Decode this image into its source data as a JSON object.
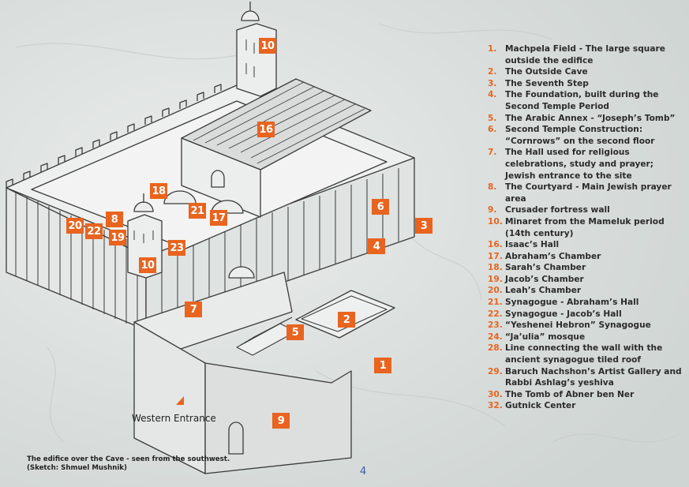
{
  "diagram": {
    "markers": [
      {
        "label": "10"
      },
      {
        "label": "16"
      },
      {
        "label": "18"
      },
      {
        "label": "21"
      },
      {
        "label": "17"
      },
      {
        "label": "6"
      },
      {
        "label": "3"
      },
      {
        "label": "20"
      },
      {
        "label": "22"
      },
      {
        "label": "8"
      },
      {
        "label": "19"
      },
      {
        "label": "4"
      },
      {
        "label": "23"
      },
      {
        "label": "10"
      },
      {
        "label": "7"
      },
      {
        "label": "2"
      },
      {
        "label": "5"
      },
      {
        "label": "1"
      },
      {
        "label": "9"
      }
    ],
    "western_entrance_label": "Western Entrance",
    "caption_line1": "The edifice over the Cave - seen from the southwest.",
    "caption_line2": "(Sketch: Shmuel Mushnik)",
    "page_number": "4",
    "accent_color": "#e8641f"
  },
  "legend": [
    {
      "num": "1.",
      "text": "Machpela Field - The large square outside the edifice"
    },
    {
      "num": "2.",
      "text": "The Outside Cave"
    },
    {
      "num": "3.",
      "text": "The Seventh Step"
    },
    {
      "num": "4.",
      "text": "The Foundation, built during the Second Temple Period"
    },
    {
      "num": "5.",
      "text": "The Arabic Annex - “Joseph’s Tomb”"
    },
    {
      "num": "6.",
      "text": "Second Temple Construction: “Cornrows” on the second floor"
    },
    {
      "num": "7.",
      "text": "The Hall used for religious celebrations, study and prayer; Jewish entrance to the site"
    },
    {
      "num": "8.",
      "text": "The Courtyard - Main Jewish prayer area"
    },
    {
      "num": "9.",
      "text": "Crusader fortress wall"
    },
    {
      "num": "10.",
      "text": "Minaret from the Mameluk period (14th century)"
    },
    {
      "num": "16.",
      "text": "Isaac’s Hall"
    },
    {
      "num": "17.",
      "text": "Abraham’s Chamber"
    },
    {
      "num": "18.",
      "text": "Sarah’s  Chamber"
    },
    {
      "num": "19.",
      "text": "Jacob’s Chamber"
    },
    {
      "num": "20.",
      "text": "Leah’s Chamber"
    },
    {
      "num": "21.",
      "text": "Synagogue - Abraham’s Hall"
    },
    {
      "num": "22.",
      "text": "Synagogue - Jacob’s Hall"
    },
    {
      "num": "23.",
      "text": "“Yeshenei Hebron” Synagogue"
    },
    {
      "num": "24.",
      "text": "“Ja’ulia” mosque"
    },
    {
      "num": "28.",
      "text": "Line connecting the wall with the ancient synagogue tiled roof"
    },
    {
      "num": "29.",
      "text": "Baruch Nachshon’s Artist Gallery and Rabbi Ashlag’s yeshiva"
    },
    {
      "num": "30.",
      "text": "The Tomb of Abner ben Ner"
    },
    {
      "num": "32.",
      "text": "Gutnick Center"
    }
  ]
}
